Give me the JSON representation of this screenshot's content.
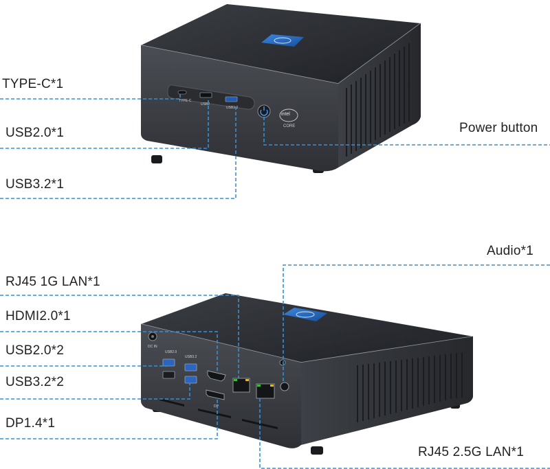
{
  "labels": {
    "type_c": "TYPE-C*1",
    "usb20_front": "USB2.0*1",
    "usb32_front": "USB3.2*1",
    "power_button": "Power button",
    "audio": "Audio*1",
    "rj45_1g": "RJ45 1G LAN*1",
    "hdmi": "HDMI2.0*1",
    "usb20_rear": "USB2.0*2",
    "usb32_rear": "USB3.2*2",
    "dp": "DP1.4*1",
    "rj45_25g": "RJ45 2.5G LAN*1"
  },
  "front_panel": {
    "port_labels": [
      "TYPE-C",
      "USB2",
      "USB3.2"
    ],
    "badge_brand": "intel",
    "badge_sub": "CORE"
  },
  "rear_panel": {
    "port_labels": [
      "DC IN",
      "USB2.0",
      "USB3.2",
      "DP"
    ]
  },
  "colors": {
    "leader_line": "#3a8fd0",
    "case_top": "#2b2d31",
    "case_side": "#3a3d42",
    "logo_blue": "#1d5fb5"
  }
}
